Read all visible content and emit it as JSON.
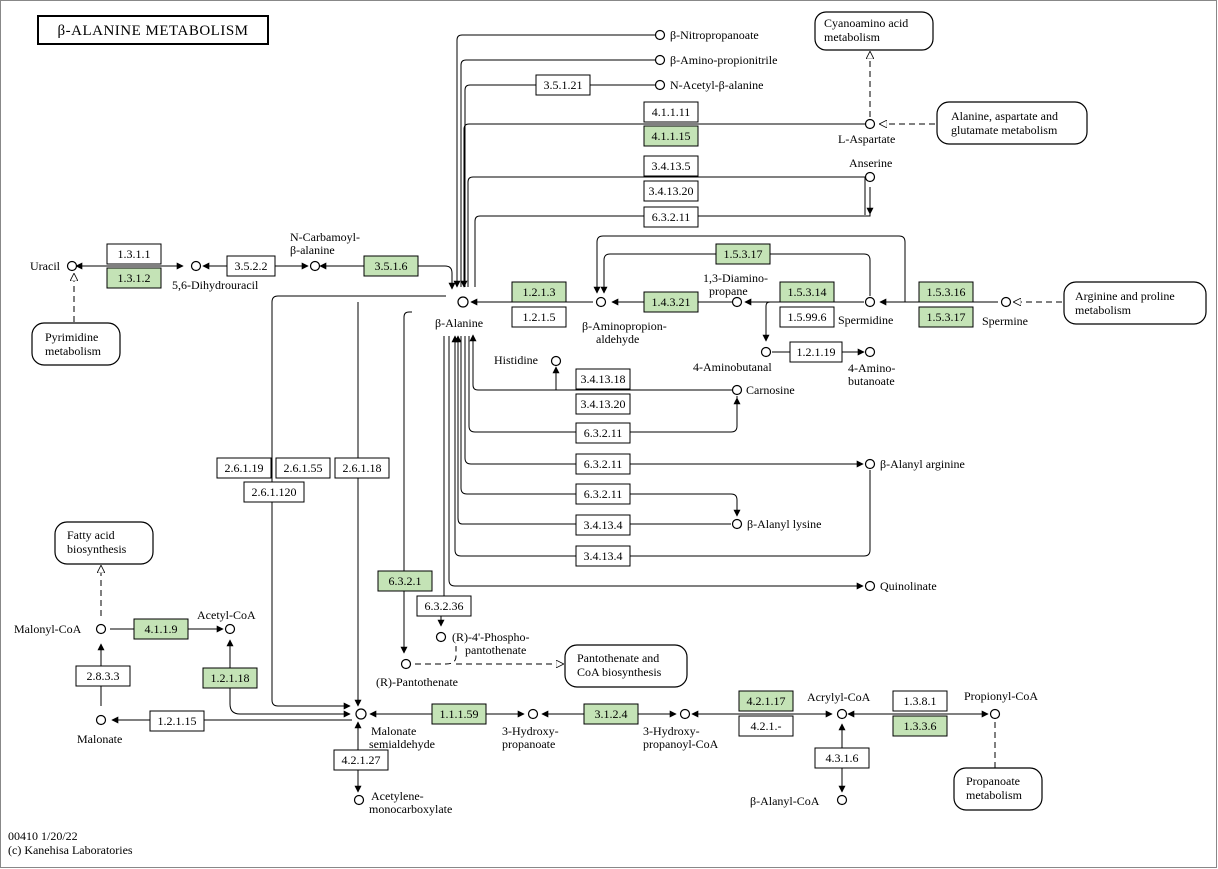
{
  "title": "β-ALANINE METABOLISM",
  "footer": {
    "line1": "00410 1/20/22",
    "line2": "(c) Kanehisa Laboratories"
  },
  "colors": {
    "enzyme_highlight": "#c4e3b6",
    "line": "#000000"
  },
  "enzymes": {
    "e35121": "3.5.1.21",
    "e41111": "4.1.1.11",
    "e41115": "4.1.1.15",
    "e34135": "3.4.13.5",
    "e341320a": "3.4.13.20",
    "e63211a": "6.3.2.11",
    "e1311": "1.3.1.1",
    "e1312": "1.3.1.2",
    "e3522": "3.5.2.2",
    "e3516": "3.5.1.6",
    "e15317a": "1.5.3.17",
    "e1213": "1.2.1.3",
    "e1215": "1.2.1.5",
    "e14321": "1.4.3.21",
    "e15314": "1.5.3.14",
    "e15996": "1.5.99.6",
    "e15316": "1.5.3.16",
    "e15317b": "1.5.3.17",
    "e12119": "1.2.1.19",
    "e341318": "3.4.13.18",
    "e341320b": "3.4.13.20",
    "e63211b": "6.3.2.11",
    "e63211c": "6.3.2.11",
    "e63211d": "6.3.2.11",
    "e34134a": "3.4.13.4",
    "e34134b": "3.4.13.4",
    "e26119": "2.6.1.19",
    "e26155": "2.6.1.55",
    "e26118": "2.6.1.18",
    "e261120": "2.6.1.120",
    "e6321": "6.3.2.1",
    "e63236": "6.3.2.36",
    "e4119": "4.1.1.9",
    "e1218": "1.2.1.18",
    "e2833": "2.8.3.3",
    "e12115": "1.2.1.15",
    "e11159": "1.1.1.59",
    "e3124": "3.1.2.4",
    "e42117": "4.2.1.17",
    "e421": "4.2.1.-",
    "e1381": "1.3.8.1",
    "e1336": "1.3.3.6",
    "e4316": "4.3.1.6",
    "e42127": "4.2.1.27"
  },
  "compounds": {
    "nitropropanoate": "β-Nitropropanoate",
    "aminopropionitrile": "β-Amino-propionitrile",
    "acetylbalanine": "N-Acetyl-β-alanine",
    "laspartate": "L-Aspartate",
    "anserine": "Anserine",
    "uracil": "Uracil",
    "dihydrouracil": "5,6-Dihydrouracil",
    "carbamoyl1": "N-Carbamoyl-",
    "carbamoyl2": "β-alanine",
    "balanine": "β-Alanine",
    "aminopropion1": "β-Aminopropion-",
    "aminopropion2": "aldehyde",
    "diamino1": "1,3-Diamino-",
    "diamino2": "propane",
    "spermidine": "Spermidine",
    "spermine": "Spermine",
    "aminobutanal": "4-Aminobutanal",
    "aminobutanoate1": "4-Amino-",
    "aminobutanoate2": "butanoate",
    "histidine": "Histidine",
    "carnosine": "Carnosine",
    "alanylarginine": "β-Alanyl arginine",
    "alanyllysine": "β-Alanyl lysine",
    "quinolinate": "Quinolinate",
    "malonylcoa": "Malonyl-CoA",
    "acetylcoa": "Acetyl-CoA",
    "malonate": "Malonate",
    "pantothenate": "(R)-Pantothenate",
    "phosphopanto1": "(R)-4'-Phospho-",
    "phosphopanto2": "pantothenate",
    "malonatesemi1": "Malonate",
    "malonatesemi2": "semialdehyde",
    "hydroxyprop1": "3-Hydroxy-",
    "hydroxyprop2": "propanoate",
    "hydroxycoa1": "3-Hydroxy-",
    "hydroxycoa2": "propanoyl-CoA",
    "acrylylcoa": "Acrylyl-CoA",
    "propionylcoa": "Propionyl-CoA",
    "balanylcoa": "β-Alanyl-CoA",
    "acetylene1": "Acetylene-",
    "acetylene2": "monocarboxylate"
  },
  "maps": {
    "cyano1": "Cyanoamino acid",
    "cyano2": "metabolism",
    "ala1": "Alanine, aspartate and",
    "ala2": "glutamate metabolism",
    "pyr1": "Pyrimidine",
    "pyr2": "metabolism",
    "arg1": "Arginine and proline",
    "arg2": "metabolism",
    "fatty1": "Fatty acid",
    "fatty2": "biosynthesis",
    "panto1": "Pantothenate and",
    "panto2": "CoA biosynthesis",
    "propa1": "Propanoate",
    "propa2": "metabolism"
  }
}
